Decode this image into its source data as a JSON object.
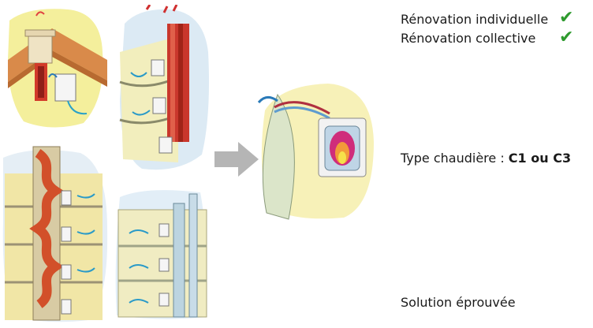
{
  "slide": {
    "lines": [
      {
        "label": "Rénovation individuelle",
        "checked": true
      },
      {
        "label": "Rénovation collective",
        "checked": true
      }
    ],
    "boiler_type": {
      "prefix": "Type chaudière : ",
      "value": "C1 ou C3"
    },
    "footer": "Solution éprouvée",
    "check_icon": "checkmark-icon",
    "check_color": "#2e9a2e",
    "arrow_icon": "right-arrow-icon"
  }
}
